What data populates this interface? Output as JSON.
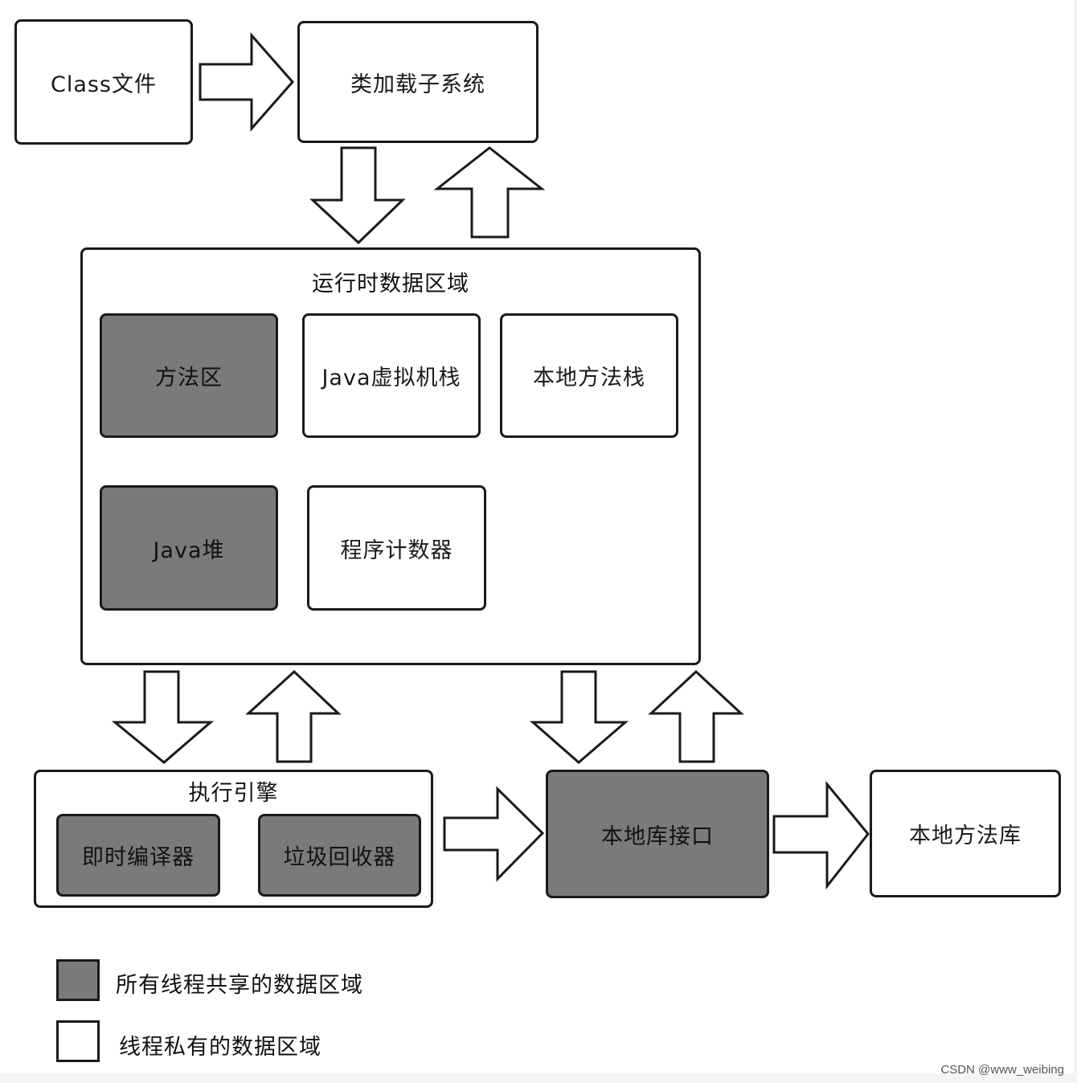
{
  "nodes": {
    "class_file": "Class文件",
    "class_loader": "类加载子系统",
    "runtime_area": "运行时数据区域",
    "method_area": "方法区",
    "java_vm_stack": "Java虚拟机栈",
    "native_method_stack": "本地方法栈",
    "java_heap": "Java堆",
    "program_counter": "程序计数器",
    "execution_engine": "执行引擎",
    "jit_compiler": "即时编译器",
    "garbage_collector": "垃圾回收器",
    "native_interface": "本地库接口",
    "native_library": "本地方法库"
  },
  "legend": {
    "shared": "所有线程共享的数据区域",
    "private": "线程私有的数据区域"
  },
  "colors": {
    "shared_fill": "#7a7a7a",
    "private_fill": "#ffffff",
    "stroke": "#1a1a1a"
  },
  "watermark": "CSDN @www_weibing"
}
